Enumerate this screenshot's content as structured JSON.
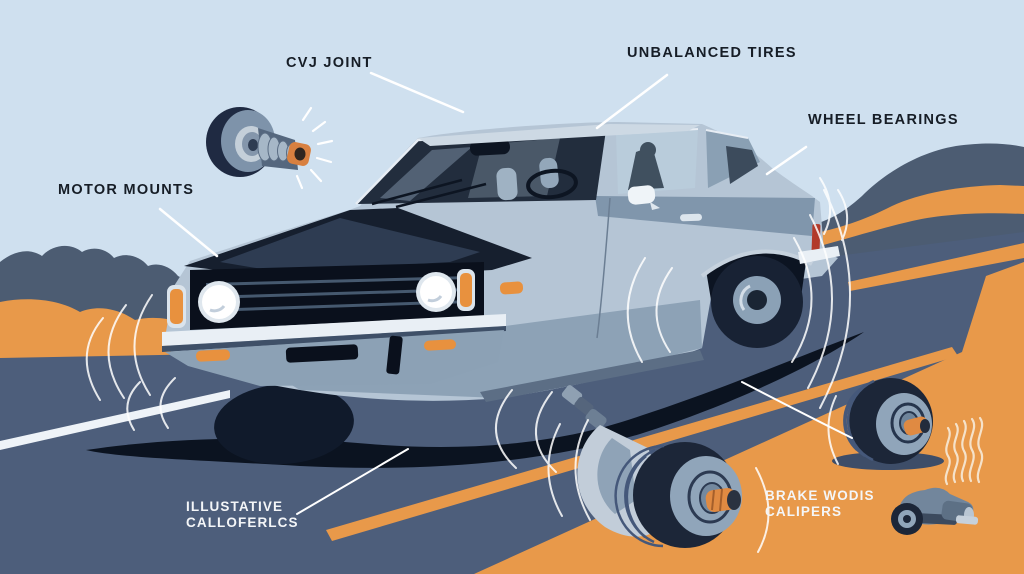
{
  "title": "Car vibration causes illustration",
  "callouts": {
    "cvj_joint": {
      "label": "CVJ JOINT"
    },
    "unbalanced_tires": {
      "label": "UNBALANCED TIRES"
    },
    "wheel_bearings": {
      "label": "WHEEL BEARINGS"
    },
    "motor_mounts": {
      "label": "MOTOR MOUNTS"
    },
    "illustrative_callouts": {
      "line1": "ILLUSTATIVE",
      "line2": "CALLOFERLCS"
    },
    "brake_calipers": {
      "line1": "BRAKE WODIS",
      "line2": "CALIPERS"
    }
  },
  "illustration": {
    "parts": [
      "car",
      "cv-joint",
      "wheel-hub-assembly",
      "detached-wheel",
      "brake-caliper"
    ],
    "effects": [
      "vibration-arcs",
      "vibration-squiggles",
      "leader-lines",
      "lane-markings"
    ]
  },
  "colors": {
    "sky": "#cfe0ef",
    "road": "#4d5e7b",
    "hills": "#4c5c72",
    "accent_orange": "#e8994a",
    "car_body": "#b5c5d5",
    "hood_navy": "#161f2e",
    "chrome": "#e9eff5",
    "label_dark": "#161d26",
    "label_light": "#f4f6f8",
    "taillight_red": "#b23a2a"
  }
}
